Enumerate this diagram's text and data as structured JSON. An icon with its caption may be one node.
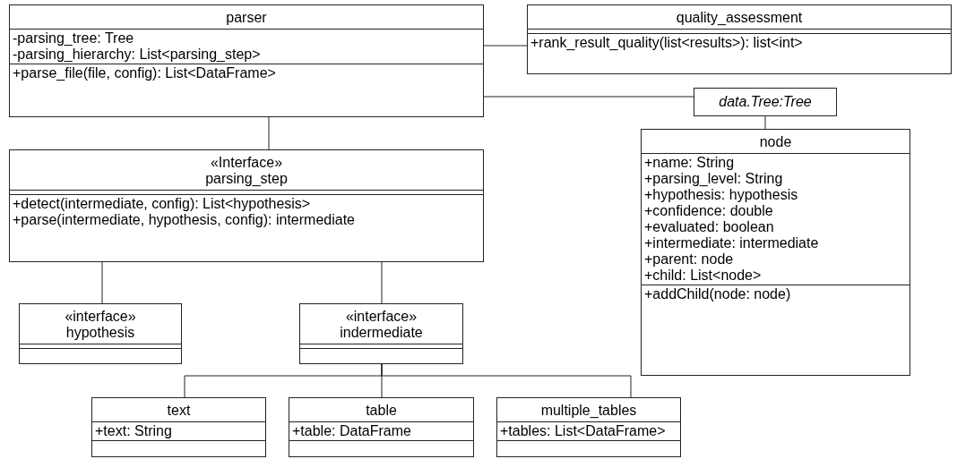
{
  "diagram": {
    "nodes": [
      {
        "text": [
          "parser",
          "-parsing_tree: Tree",
          "-parsing_hierarchy: List<parsing_step>",
          "+parse_file(file, config): List<DataFrame>"
        ]
      },
      {
        "text": [
          "quality_assessment",
          "+rank_result_quality(list<results>): list<int>"
        ]
      },
      {
        "text": [
          "data.Tree:Tree"
        ]
      },
      {
        "text": [
          "«Interface»",
          "parsing_step",
          "+detect(intermediate, config): List<hypothesis>",
          "+parse(intermediate, hypothesis, config): intermediate"
        ]
      },
      {
        "text": [
          "node",
          "+name: String",
          "+parsing_level: String",
          "+hypothesis: hypothesis",
          "+confidence: double",
          "+evaluated: boolean",
          "+intermediate: intermediate",
          "+parent: node",
          "+child: List<node>",
          "+addChild(node: node)"
        ]
      },
      {
        "text": [
          "«interface»",
          "hypothesis"
        ]
      },
      {
        "text": [
          "«interface»",
          "indermediate"
        ]
      },
      {
        "text": [
          "text",
          "+text: String"
        ]
      },
      {
        "text": [
          "table",
          "+table: DataFrame"
        ]
      },
      {
        "text": [
          "multiple_tables",
          "+tables: List<DataFrame>"
        ]
      }
    ],
    "edges": [
      {
        "from": 0,
        "to": 1,
        "arrow": "none"
      },
      {
        "from": 0,
        "to": 2,
        "arrow": "none"
      },
      {
        "from": 2,
        "to": 4,
        "arrow": "none"
      },
      {
        "from": 0,
        "to": 3,
        "arrow": "none"
      },
      {
        "from": 3,
        "to": 5,
        "arrow": "none"
      },
      {
        "from": 3,
        "to": 6,
        "arrow": "none"
      },
      {
        "from": 6,
        "to": 7,
        "arrow": "none"
      },
      {
        "from": 6,
        "to": 8,
        "arrow": "none"
      },
      {
        "from": 6,
        "to": 9,
        "arrow": "none"
      }
    ]
  }
}
